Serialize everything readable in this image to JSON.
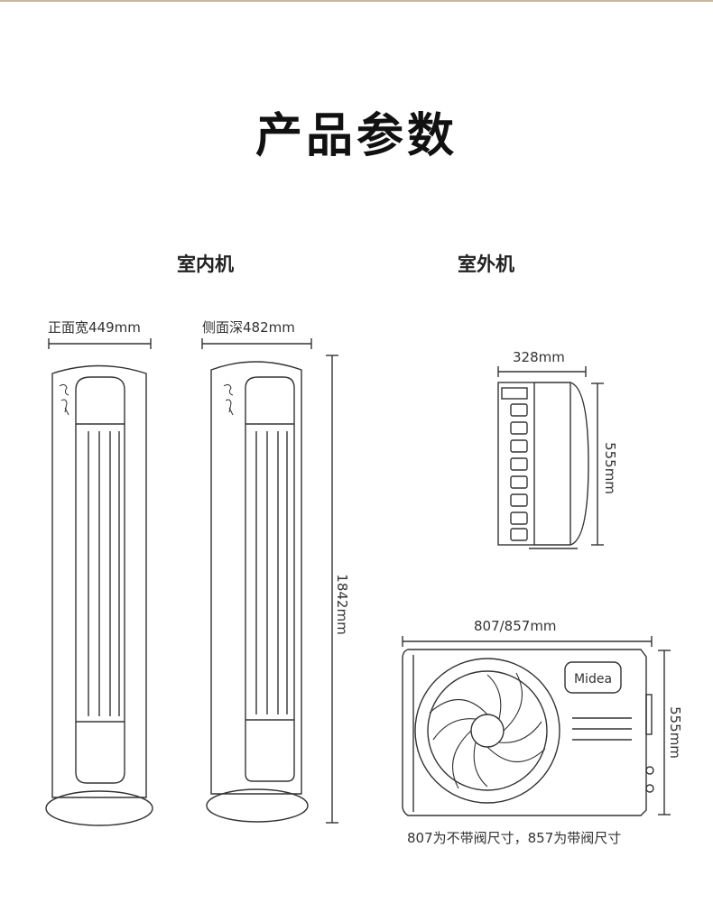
{
  "title": "产品参数",
  "indoor": {
    "label": "室内机",
    "front_width": "正面宽449mm",
    "side_depth": "侧面深482mm",
    "height": "1842mm"
  },
  "outdoor": {
    "label": "室外机",
    "side_depth": "328mm",
    "side_height": "555mm",
    "front_width": "807/857mm",
    "front_height": "555mm",
    "brand_logo": "Midea",
    "note": "807为不带阀尺寸，857为带阀尺寸"
  },
  "colors": {
    "line": "#333333",
    "accent_top": "#c9b89a"
  }
}
